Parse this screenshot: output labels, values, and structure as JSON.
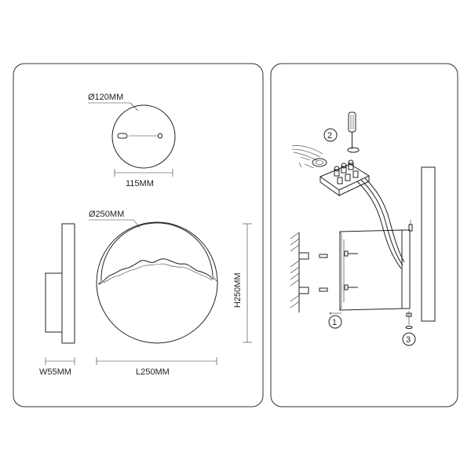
{
  "dimensions": {
    "canopy_diameter": "Ø120MM",
    "canopy_width": "115MM",
    "lamp_diameter": "Ø250MM",
    "height": "H250MM",
    "width": "W55MM",
    "length": "L250MM"
  },
  "steps": {
    "step1": "1",
    "step2": "2",
    "step3": "3"
  },
  "colors": {
    "line": "#222222",
    "panel_border": "#333333",
    "hatch": "#666666"
  },
  "icons": [
    "screwdriver-icon",
    "screw-icon",
    "terminal-block-icon",
    "wire-icon"
  ]
}
